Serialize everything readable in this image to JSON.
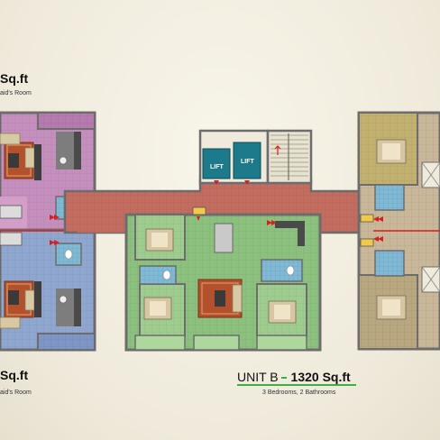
{
  "units": {
    "left_top": {
      "area": "Sq.ft",
      "note": "aid's Room"
    },
    "left_bottom": {
      "area": "Sq.ft",
      "note": "aid's Room"
    },
    "unit_b": {
      "name": "UNIT B",
      "area": "1320 Sq.ft",
      "note": "3 Bedrooms, 2 Bathrooms"
    }
  },
  "lifts": [
    "LIFT",
    "LIFT"
  ],
  "colors": {
    "unit_a_top": "#c58fbd",
    "unit_a_bottom": "#8fa6cf",
    "unit_b": "#8cc07e",
    "unit_c": "#c9b79a",
    "corridor": "#c26d5f",
    "lift": "#1c7a8a",
    "green_line": "#3cb043",
    "red_marker": "#d81e1e"
  }
}
